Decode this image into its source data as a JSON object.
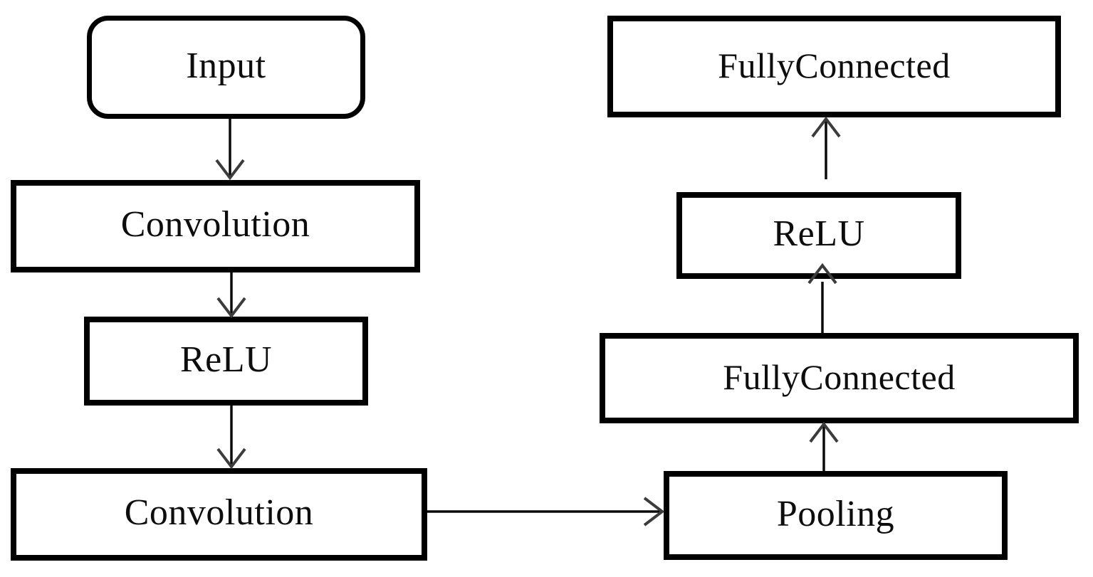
{
  "diagram": {
    "type": "flowchart",
    "description": "Convolutional neural network layer pipeline",
    "nodes": [
      {
        "id": "input",
        "label": "Input",
        "shape": "rounded-rectangle"
      },
      {
        "id": "conv1",
        "label": "Convolution",
        "shape": "rectangle"
      },
      {
        "id": "relu1",
        "label": "ReLU",
        "shape": "rectangle"
      },
      {
        "id": "conv2",
        "label": "Convolution",
        "shape": "rectangle"
      },
      {
        "id": "pooling",
        "label": "Pooling",
        "shape": "rectangle"
      },
      {
        "id": "fc1",
        "label": "FullyConnected",
        "shape": "rectangle"
      },
      {
        "id": "relu2",
        "label": "ReLU",
        "shape": "rectangle"
      },
      {
        "id": "fc2",
        "label": "FullyConnected",
        "shape": "rectangle"
      }
    ],
    "edges": [
      {
        "from": "input",
        "to": "conv1",
        "direction": "down"
      },
      {
        "from": "conv1",
        "to": "relu1",
        "direction": "down"
      },
      {
        "from": "relu1",
        "to": "conv2",
        "direction": "down"
      },
      {
        "from": "conv2",
        "to": "pooling",
        "direction": "right"
      },
      {
        "from": "pooling",
        "to": "fc1",
        "direction": "up"
      },
      {
        "from": "fc1",
        "to": "relu2",
        "direction": "up"
      },
      {
        "from": "relu2",
        "to": "fc2",
        "direction": "up"
      }
    ],
    "colors": {
      "background": "#ffffff",
      "box_border": "#000000",
      "box_fill": "#ffffff",
      "text": "#0d0d0d",
      "arrow_shaft": "#0a0a0a",
      "arrow_head": "#3c3c3c"
    }
  }
}
